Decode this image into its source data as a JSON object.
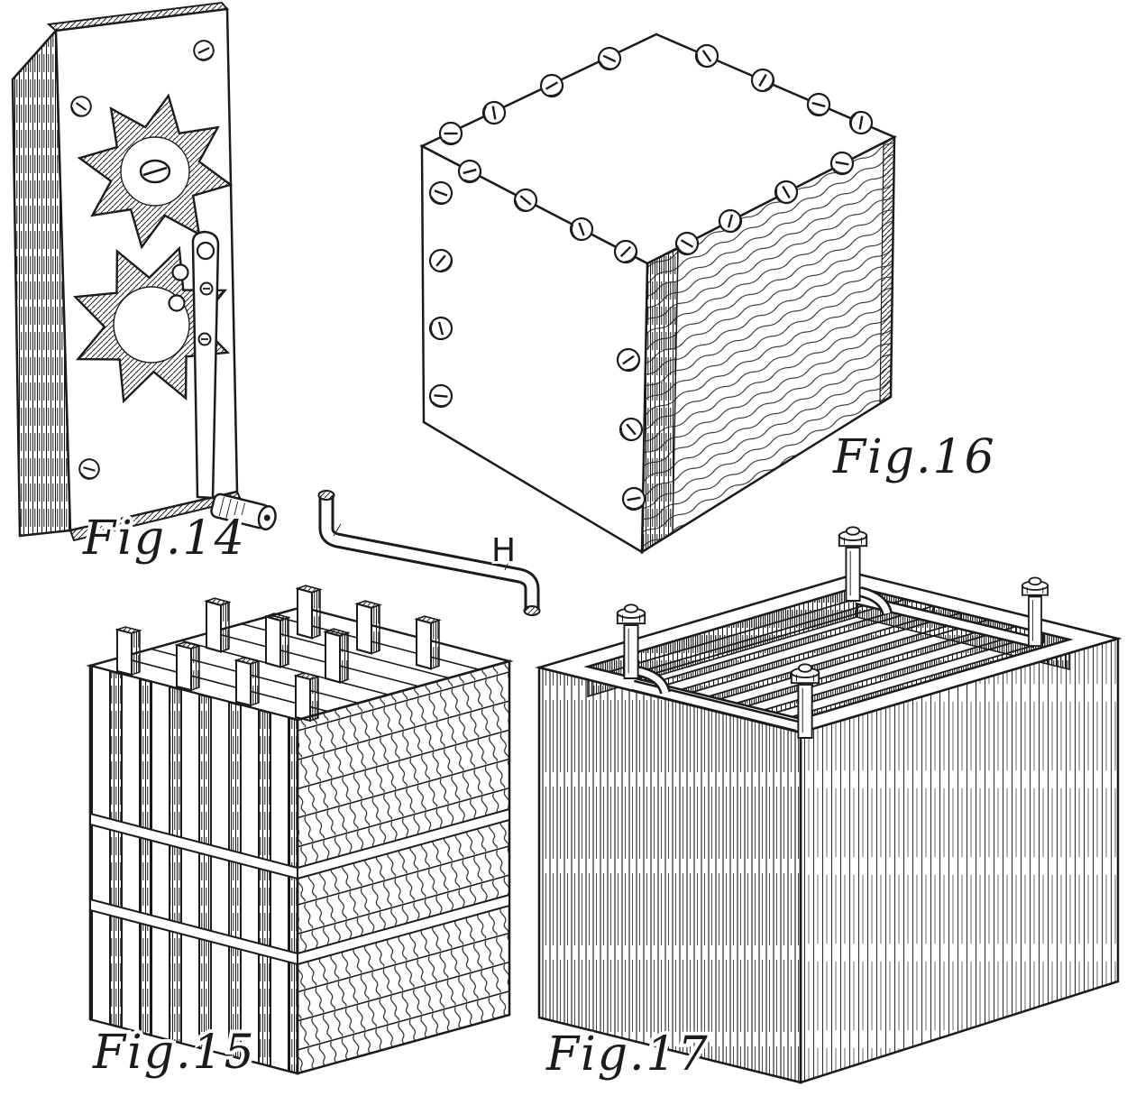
{
  "illustration": {
    "paper_color": "#ffffff",
    "ink_color": "#1b1b1b",
    "labels": {
      "fig14": "Fig.14",
      "fig15": "Fig.15",
      "fig16": "Fig.16",
      "fig17": "Fig.17",
      "handle_part": "H"
    }
  }
}
